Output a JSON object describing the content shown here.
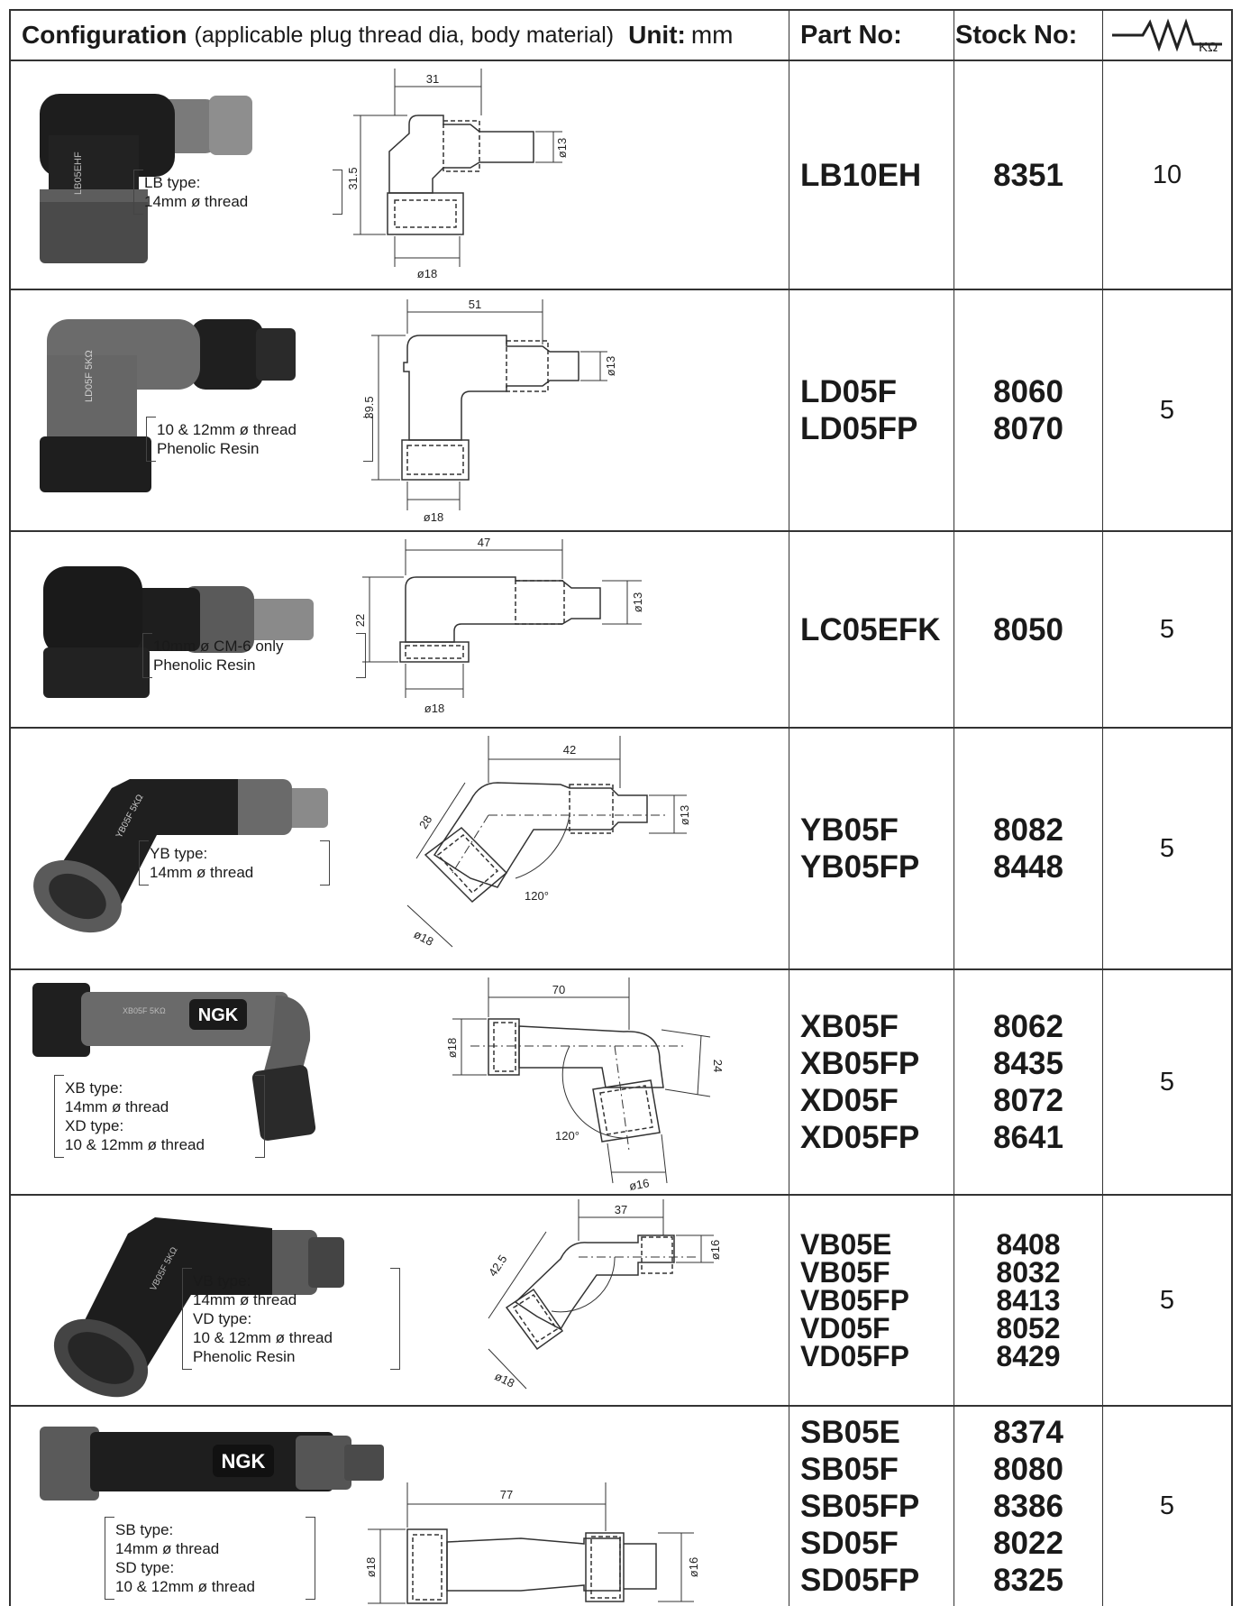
{
  "header": {
    "config_title": "Configuration",
    "config_sub": "(applicable plug thread dia, body material)",
    "unit_label": "Unit:",
    "unit_value": "mm",
    "part_no": "Part No:",
    "stock_no": "Stock No:",
    "resistor_unit": "KΩ"
  },
  "rows": [
    {
      "note": [
        "LB type:",
        "14mm ø thread"
      ],
      "photo_label": "LB05EHF",
      "dims": {
        "length": "31",
        "height": "31.5",
        "tip": "ø13",
        "base": "ø18"
      },
      "parts": [
        "LB10EH"
      ],
      "stocks": [
        "8351"
      ],
      "resistance": "10"
    },
    {
      "note": [
        "10 & 12mm ø thread",
        "Phenolic Resin"
      ],
      "photo_label": "LD05F 5KΩ",
      "dims": {
        "length": "51",
        "height": "39.5",
        "tip": "ø13",
        "base": "ø18"
      },
      "parts": [
        "LD05F",
        "LD05FP"
      ],
      "stocks": [
        "8060",
        "8070"
      ],
      "resistance": "5"
    },
    {
      "note": [
        "10mm ø CM-6 only",
        "Phenolic Resin"
      ],
      "photo_label": "",
      "dims": {
        "length": "47",
        "height": "22",
        "tip": "ø13",
        "base": "ø18"
      },
      "parts": [
        "LC05EFK"
      ],
      "stocks": [
        "8050"
      ],
      "resistance": "5"
    },
    {
      "note": [
        "YB type:",
        "14mm ø thread"
      ],
      "photo_label": "YB05F 5KΩ",
      "dims": {
        "length": "42",
        "height": "28",
        "tip": "ø13",
        "base": "ø18",
        "angle": "120°"
      },
      "parts": [
        "YB05F",
        "YB05FP"
      ],
      "stocks": [
        "8082",
        "8448"
      ],
      "resistance": "5"
    },
    {
      "note": [
        "XB type:",
        "14mm ø thread",
        "XD type:",
        "10 & 12mm ø thread"
      ],
      "photo_label": "XB05F 5KΩ",
      "brand": "NGK",
      "dims": {
        "length": "70",
        "height": "24",
        "tip": "ø16",
        "base": "ø18",
        "angle": "120°"
      },
      "parts": [
        "XB05F",
        "XB05FP",
        "XD05F",
        "XD05FP"
      ],
      "stocks": [
        "8062",
        "8435",
        "8072",
        "8641"
      ],
      "resistance": "5"
    },
    {
      "note": [
        "VB type:",
        "14mm ø thread",
        "VD type:",
        "10 & 12mm ø thread",
        "Phenolic Resin"
      ],
      "photo_label": "VB05F 5KΩ",
      "dims": {
        "length": "37",
        "height": "42.5",
        "tip": "ø16",
        "base": "ø18"
      },
      "parts": [
        "VB05E",
        "VB05F",
        "VB05FP",
        "VD05F",
        "VD05FP"
      ],
      "stocks": [
        "8408",
        "8032",
        "8413",
        "8052",
        "8429"
      ],
      "resistance": "5"
    },
    {
      "note": [
        "SB type:",
        "14mm ø thread",
        "SD type:",
        "10 & 12mm ø thread"
      ],
      "brand": "NGK",
      "dims": {
        "length": "77",
        "tip": "ø16",
        "base": "ø18"
      },
      "parts": [
        "SB05E",
        "SB05F",
        "SB05FP",
        "SD05F",
        "SD05FP"
      ],
      "stocks": [
        "8374",
        "8080",
        "8386",
        "8022",
        "8325"
      ],
      "resistance": "5"
    }
  ]
}
